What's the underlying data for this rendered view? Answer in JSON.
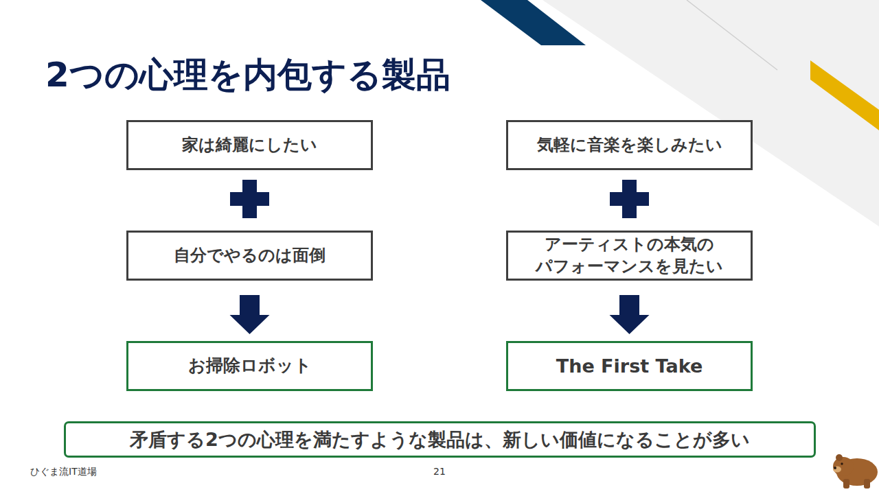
{
  "diagram": {
    "title": "2つの心理を内包する製品",
    "nodes": [
      {
        "text": [
          "家は綺麗にしたい"
        ]
      },
      {
        "text": [
          "自分でやるのは面倒"
        ]
      },
      {
        "text": [
          "お掃除ロボット"
        ]
      },
      {
        "text": [
          "気軽に音楽を楽しみたい"
        ]
      },
      {
        "text": [
          "アーティストの本気の パフォーマンスを見たい"
        ]
      },
      {
        "text": [
          "The First Take"
        ]
      },
      {
        "text": [
          "矛盾する2つの心理を満たすような製品は、新しい価値になることが多い"
        ]
      }
    ],
    "edges": [
      {
        "from": 1,
        "to": 2,
        "arrow": "to"
      },
      {
        "from": 4,
        "to": 5,
        "arrow": "to"
      }
    ],
    "labels": [
      "ひぐま流IT道場",
      "21"
    ]
  }
}
